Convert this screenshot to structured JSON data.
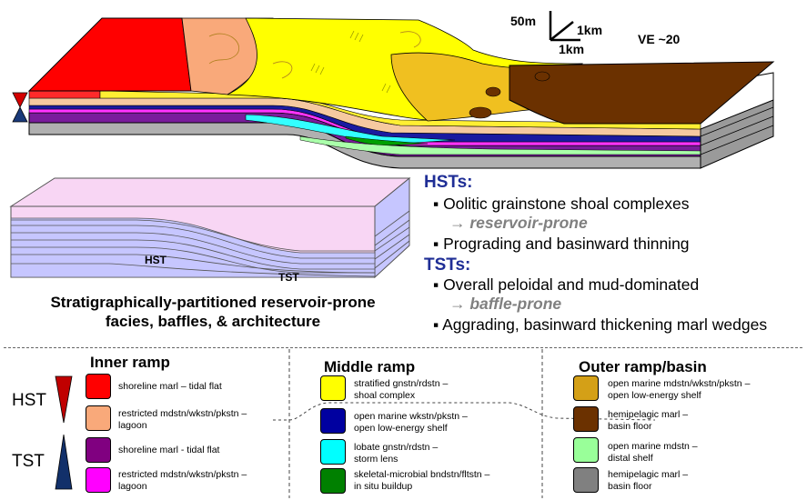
{
  "scale": {
    "vertical": "50m",
    "horizontal_a": "1km",
    "horizontal_b": "1km"
  },
  "ve": "VE ~20",
  "caption": [
    "Stratigraphically-partitioned reservoir-prone",
    "facies, baffles, & architecture"
  ],
  "schematic_labels": {
    "hst": "HST",
    "tst": "TST"
  },
  "systems": {
    "hst_heading": "HSTs:",
    "hst_bullet1": "▪ Oolitic grainstone shoal complexes",
    "hst_arrow": "→ reservoir-prone",
    "hst_bullet2": "▪ Prograding and basinward thinning",
    "tst_heading": "TSTs:",
    "tst_bullet1": "▪ Overall peloidal and mud-dominated",
    "tst_arrow": "→ baffle-prone",
    "tst_bullet2": "▪ Aggrading, basinward thickening marl wedges"
  },
  "legend": {
    "inner_title": "Inner ramp",
    "middle_title": "Middle ramp",
    "outer_title": "Outer ramp/basin",
    "hst_label": "HST",
    "tst_label": "TST",
    "inner": [
      {
        "color": "#ff0000",
        "line1": "shoreline marl – tidal flat",
        "line2": ""
      },
      {
        "color": "#f9a97a",
        "line1": "restricted mdstn/wkstn/pkstn –",
        "line2": "lagoon"
      },
      {
        "color": "#800080",
        "line1": "shoreline marl - tidal flat",
        "line2": ""
      },
      {
        "color": "#ff00ff",
        "line1": "restricted mdstn/wkstn/pkstn –",
        "line2": "lagoon"
      }
    ],
    "middle": [
      {
        "color": "#ffff00",
        "line1": "stratified gnstn/rdstn –",
        "line2": "shoal complex"
      },
      {
        "color": "#0000a0",
        "line1": "open marine wkstn/pkstn –",
        "line2": "open low-energy shelf"
      },
      {
        "color": "#00ffff",
        "line1": "lobate gnstn/rdstn –",
        "line2": "storm lens"
      },
      {
        "color": "#008000",
        "line1": "skeletal-microbial bndstn/fltstn –",
        "line2": "in situ buildup"
      }
    ],
    "outer": [
      {
        "color": "#d4a017",
        "line1": "open marine mdstn/wkstn/pkstn –",
        "line2": "open low-energy shelf"
      },
      {
        "color": "#6b3100",
        "line1": "hemipelagic marl –",
        "line2": "basin floor"
      },
      {
        "color": "#99ff99",
        "line1": "open marine mdstn –",
        "line2": "distal shelf"
      },
      {
        "color": "#808080",
        "line1": "hemipelagic marl –",
        "line2": "basin floor"
      }
    ]
  }
}
